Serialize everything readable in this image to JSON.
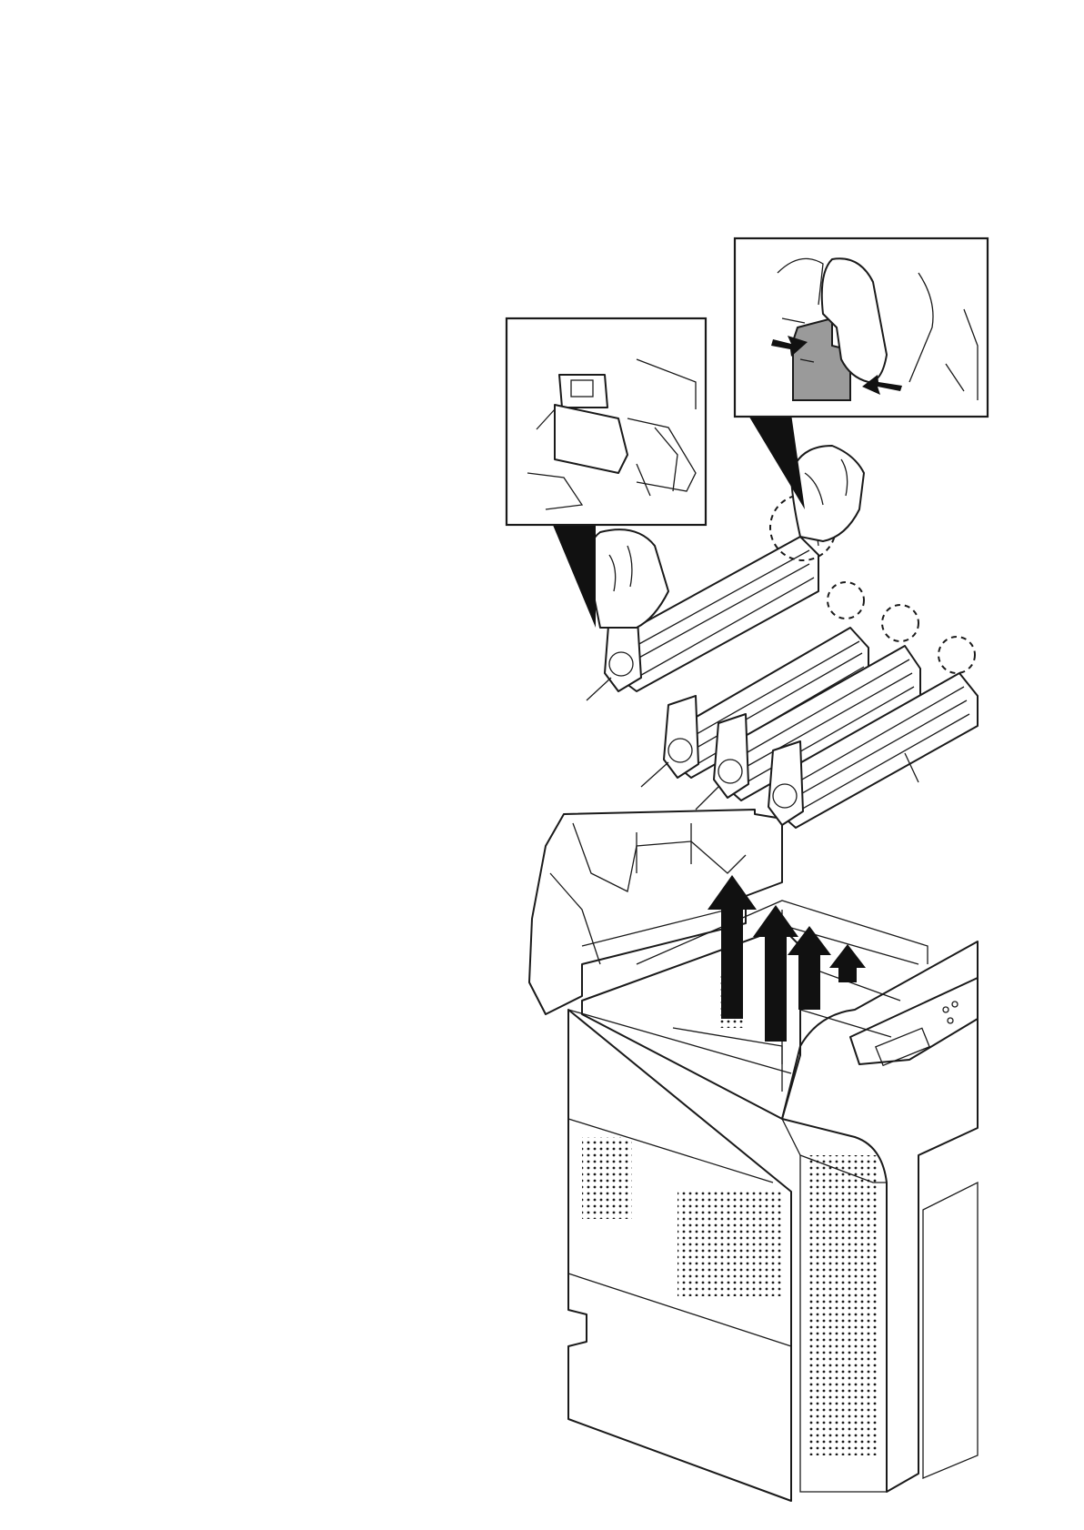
{
  "figure": {
    "colors": {
      "line": "#1a1a1a",
      "highlight": "#9a9a9a",
      "background": "#ffffff"
    },
    "drum_units": [
      {
        "id": "drum-1",
        "latch_circle_size": "large"
      },
      {
        "id": "drum-2",
        "latch_circle_size": "small"
      },
      {
        "id": "drum-3",
        "latch_circle_size": "small"
      },
      {
        "id": "drum-4",
        "latch_circle_size": "small"
      }
    ],
    "removal_arrows": [
      {
        "id": "arrow-1"
      },
      {
        "id": "arrow-2"
      },
      {
        "id": "arrow-3"
      },
      {
        "id": "arrow-4"
      }
    ],
    "insets": [
      {
        "id": "latch-detail",
        "icon": "latch-closeup-icon"
      },
      {
        "id": "squeeze-detail",
        "icon": "hand-squeeze-icon"
      }
    ]
  }
}
